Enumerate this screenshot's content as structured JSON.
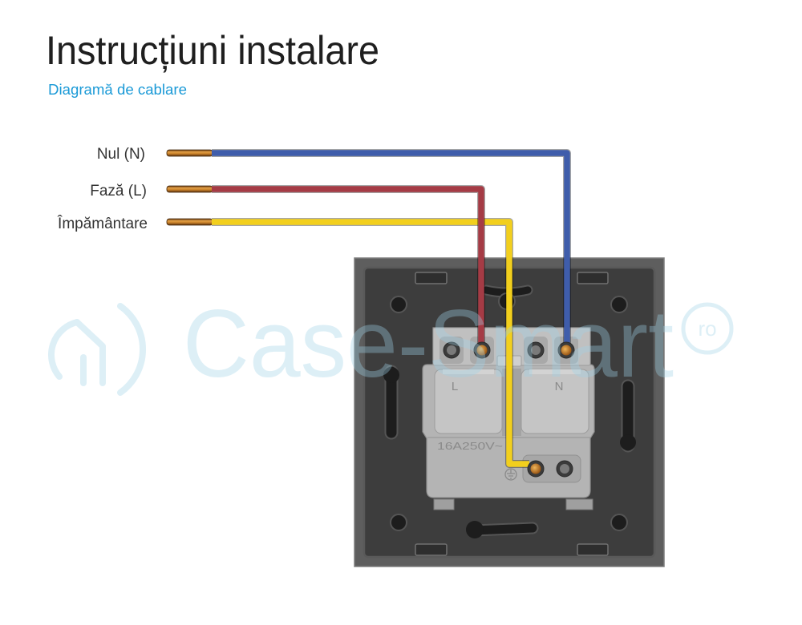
{
  "title": "Instrucțiuni instalare",
  "subtitle": "Diagramă de cablare",
  "colors": {
    "accent": "#1b9ad7"
  },
  "wires": {
    "neutral": {
      "label": "Nul (N)",
      "color": "#3f5dab"
    },
    "phase": {
      "label": "Fază (L)",
      "color": "#a53b45"
    },
    "ground": {
      "label": "Împământare",
      "color": "#f2cf1d"
    }
  },
  "socket": {
    "terminal_l": "L",
    "terminal_n": "N",
    "rating": "16A250V~"
  },
  "watermark": {
    "brand": "Case-Smart",
    "suffix": "ro",
    "color": "#9fd3e8"
  }
}
